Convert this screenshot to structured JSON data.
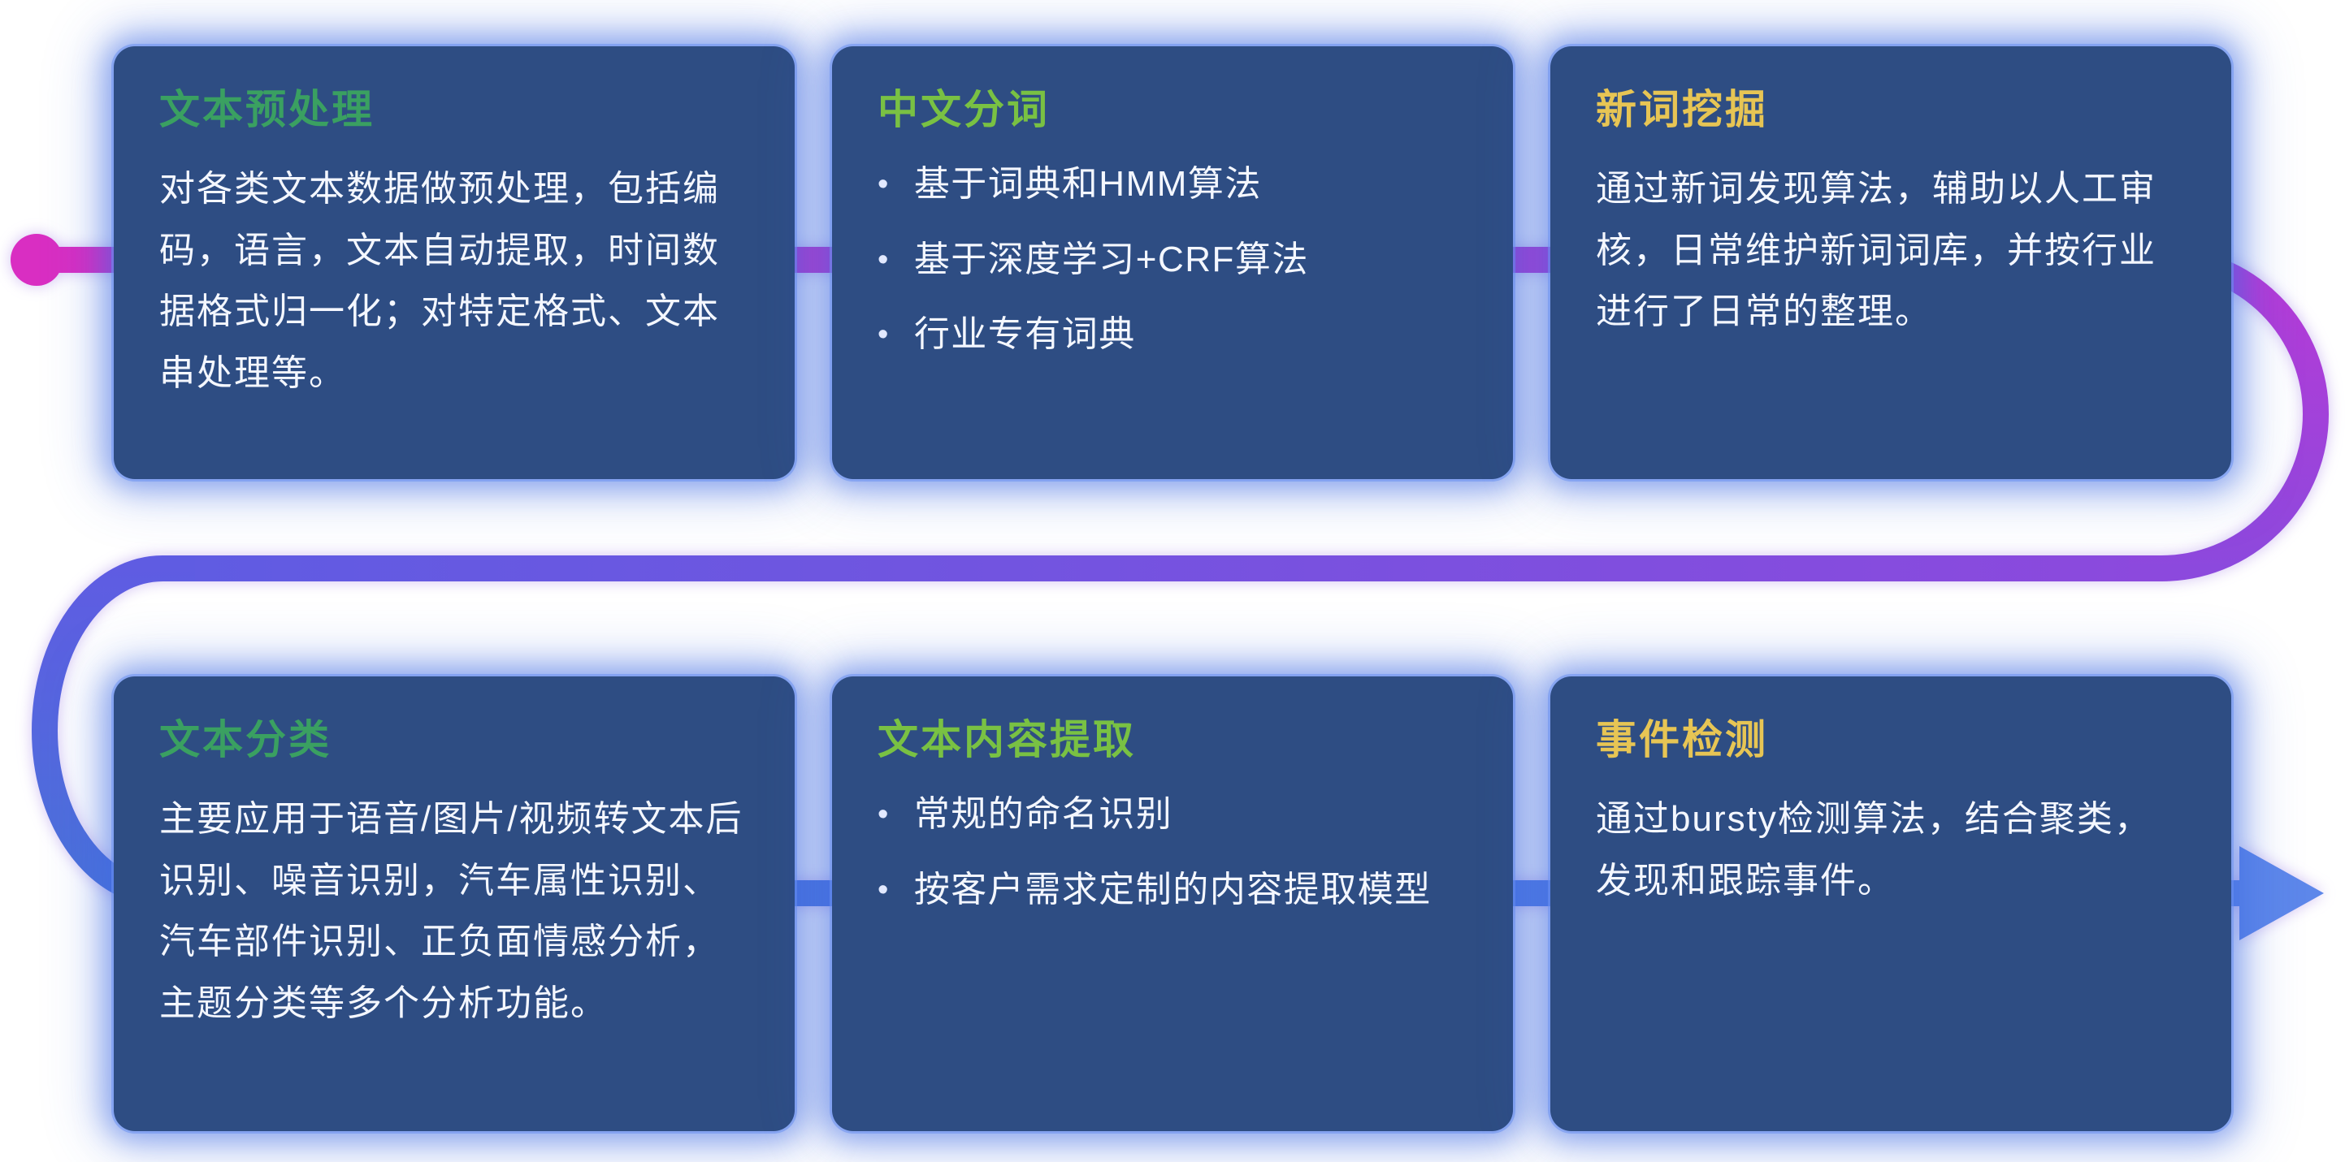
{
  "ui": {
    "bullet_char": "•"
  },
  "pipeline": {
    "colors": {
      "c1": "#d92ec2",
      "c2": "#b83ad6",
      "c3": "#8c49dd",
      "c4": "#5f5ce2",
      "c5": "#4a72da",
      "c6": "#5d87ea"
    }
  },
  "cards": [
    {
      "title": "文本预处理",
      "title_color": "#3aa061",
      "body": "对各类文本数据做预处理，包括编码，语言，文本自动提取，时间数据格式归一化；对特定格式、文本串处理等。"
    },
    {
      "title": "中文分词",
      "title_color": "#79c143",
      "bullets": [
        "基于词典和HMM算法",
        "基于深度学习+CRF算法",
        "行业专有词典"
      ]
    },
    {
      "title": "新词挖掘",
      "title_color": "#e7c554",
      "body": "通过新词发现算法，辅助以人工审核，日常维护新词词库，并按行业进行了日常的整理。"
    },
    {
      "title": "文本分类",
      "title_color": "#3aa061",
      "body": "主要应用于语音/图片/视频转文本后识别、噪音识别，汽车属性识别、汽车部件识别、正负面情感分析，主题分类等多个分析功能。"
    },
    {
      "title": "文本内容提取",
      "title_color": "#79c143",
      "bullets": [
        "常规的命名识别",
        "按客户需求定制的内容提取模型"
      ]
    },
    {
      "title": "事件检测",
      "title_color": "#e7c554",
      "body": "通过bursty检测算法，结合聚类，发现和跟踪事件。"
    }
  ]
}
